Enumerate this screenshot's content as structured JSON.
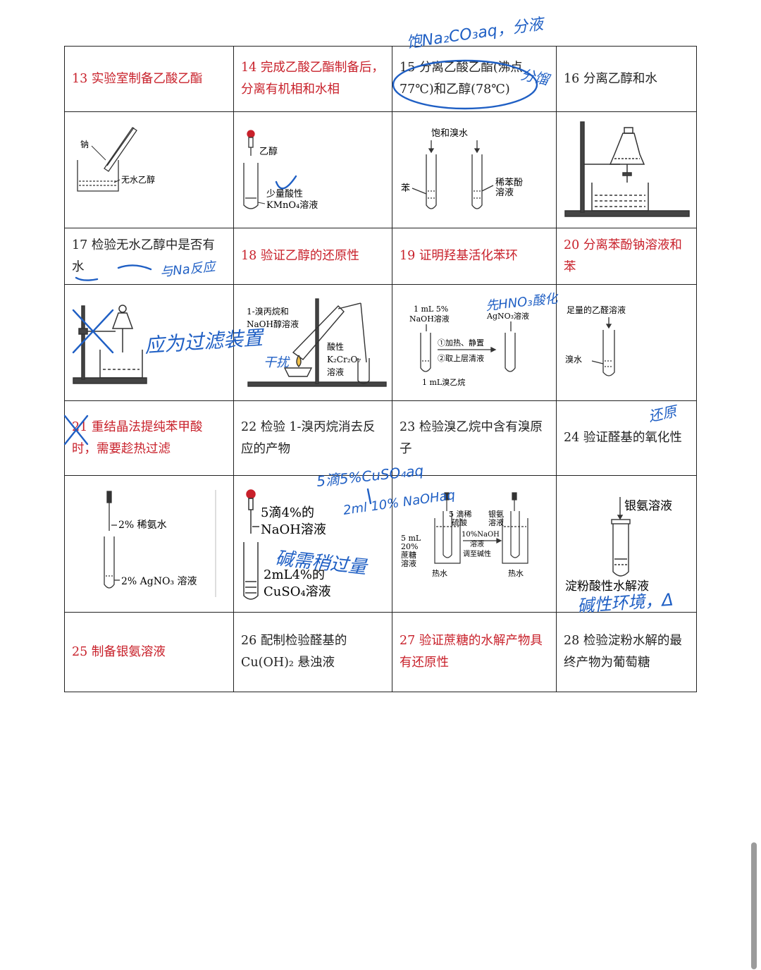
{
  "rows": [
    [
      {
        "text": "13 实验室制备乙酸乙酯",
        "color": "red"
      },
      {
        "text": "14 完成乙酸乙酯制备后，分离有机相和水相",
        "color": "red"
      },
      {
        "text": "15 分离乙酸乙酯(沸点77℃)和乙醇(78℃)",
        "color": "black"
      },
      {
        "text": "16 分离乙醇和水",
        "color": "black"
      }
    ],
    [
      {
        "text": "17 检验无水乙醇中是否有水",
        "color": "black"
      },
      {
        "text": "18 验证乙醇的还原性",
        "color": "red"
      },
      {
        "text": "19 证明羟基活化苯环",
        "color": "red"
      },
      {
        "text": "20 分离苯酚钠溶液和苯",
        "color": "red"
      }
    ],
    [
      {
        "text": "21 重结晶法提纯苯甲酸时，需要趁热过滤",
        "color": "red"
      },
      {
        "text": "22 检验 1-溴丙烷消去反应的产物",
        "color": "black"
      },
      {
        "text": "23 检验溴乙烷中含有溴原子",
        "color": "black"
      },
      {
        "text": "24 验证醛基的氧化性",
        "color": "black"
      }
    ],
    [
      {
        "text": "25 制备银氨溶液",
        "color": "red"
      },
      {
        "text": "26 配制检验醛基的 Cu(OH)₂ 悬浊液",
        "color": "black"
      },
      {
        "text": "27 验证蔗糖的水解产物具有还原性",
        "color": "red"
      },
      {
        "text": "28 检验淀粉水解的最终产物为葡萄糖",
        "color": "black"
      }
    ]
  ],
  "figures": {
    "f1a": "钠",
    "f1b": "无水乙醇",
    "f2a": "乙醇",
    "f2b": "少量酸性",
    "f2c": "KMnO₄溶液",
    "f3a": "饱和溴水",
    "f3b": "苯",
    "f3c": "稀苯酚",
    "f3d": "溶液",
    "f6a": "1-溴丙烷和",
    "f6b": "NaOH醇溶液",
    "f6c": "酸性",
    "f6d": "K₂Cr₂O₇",
    "f6e": "溶液",
    "f7a": "1 mL 5%",
    "f7b": "NaOH溶液",
    "f7c": "AgNO₃溶液",
    "f7d": "①加热、静置",
    "f7e": "②取上层清液",
    "f7f": "1 mL溴乙烷",
    "f8a": "足量的乙醛溶液",
    "f8b": "溴水",
    "f9a": "2% 稀氨水",
    "f9b": "2% AgNO₃ 溶液",
    "f10a": "5滴4%的",
    "f10b": "NaOH溶液",
    "f10c": "2mL4%的",
    "f10d": "CuSO₄溶液",
    "f11a": "5 滴稀",
    "f11b": "硫酸",
    "f11c": "银氨",
    "f11d": "溶液",
    "f11e": "10%NaOH",
    "f11f": "溶液",
    "f11g": "调至碱性",
    "f11h": "5 mL",
    "f11i": "20%",
    "f11j": "蔗糖",
    "f11k": "溶液",
    "f11l": "热水",
    "f11m": "热水",
    "f12a": "银氨溶液",
    "f12b": "淀粉酸性水解液"
  },
  "annotations": {
    "a1": "饱Na₂CO₃aq，分液",
    "a2": "分馏",
    "a3": "与Na反应",
    "a4": "应为过滤装置",
    "a5": "干扰",
    "a6": "先HNO₃酸化",
    "a7": "还原",
    "a8": "5滴5%CuSO₄aq",
    "a9": "2ml 10% NaOHaq",
    "a10": "碱需稍过量",
    "a11": "碱性环境，Δ"
  }
}
